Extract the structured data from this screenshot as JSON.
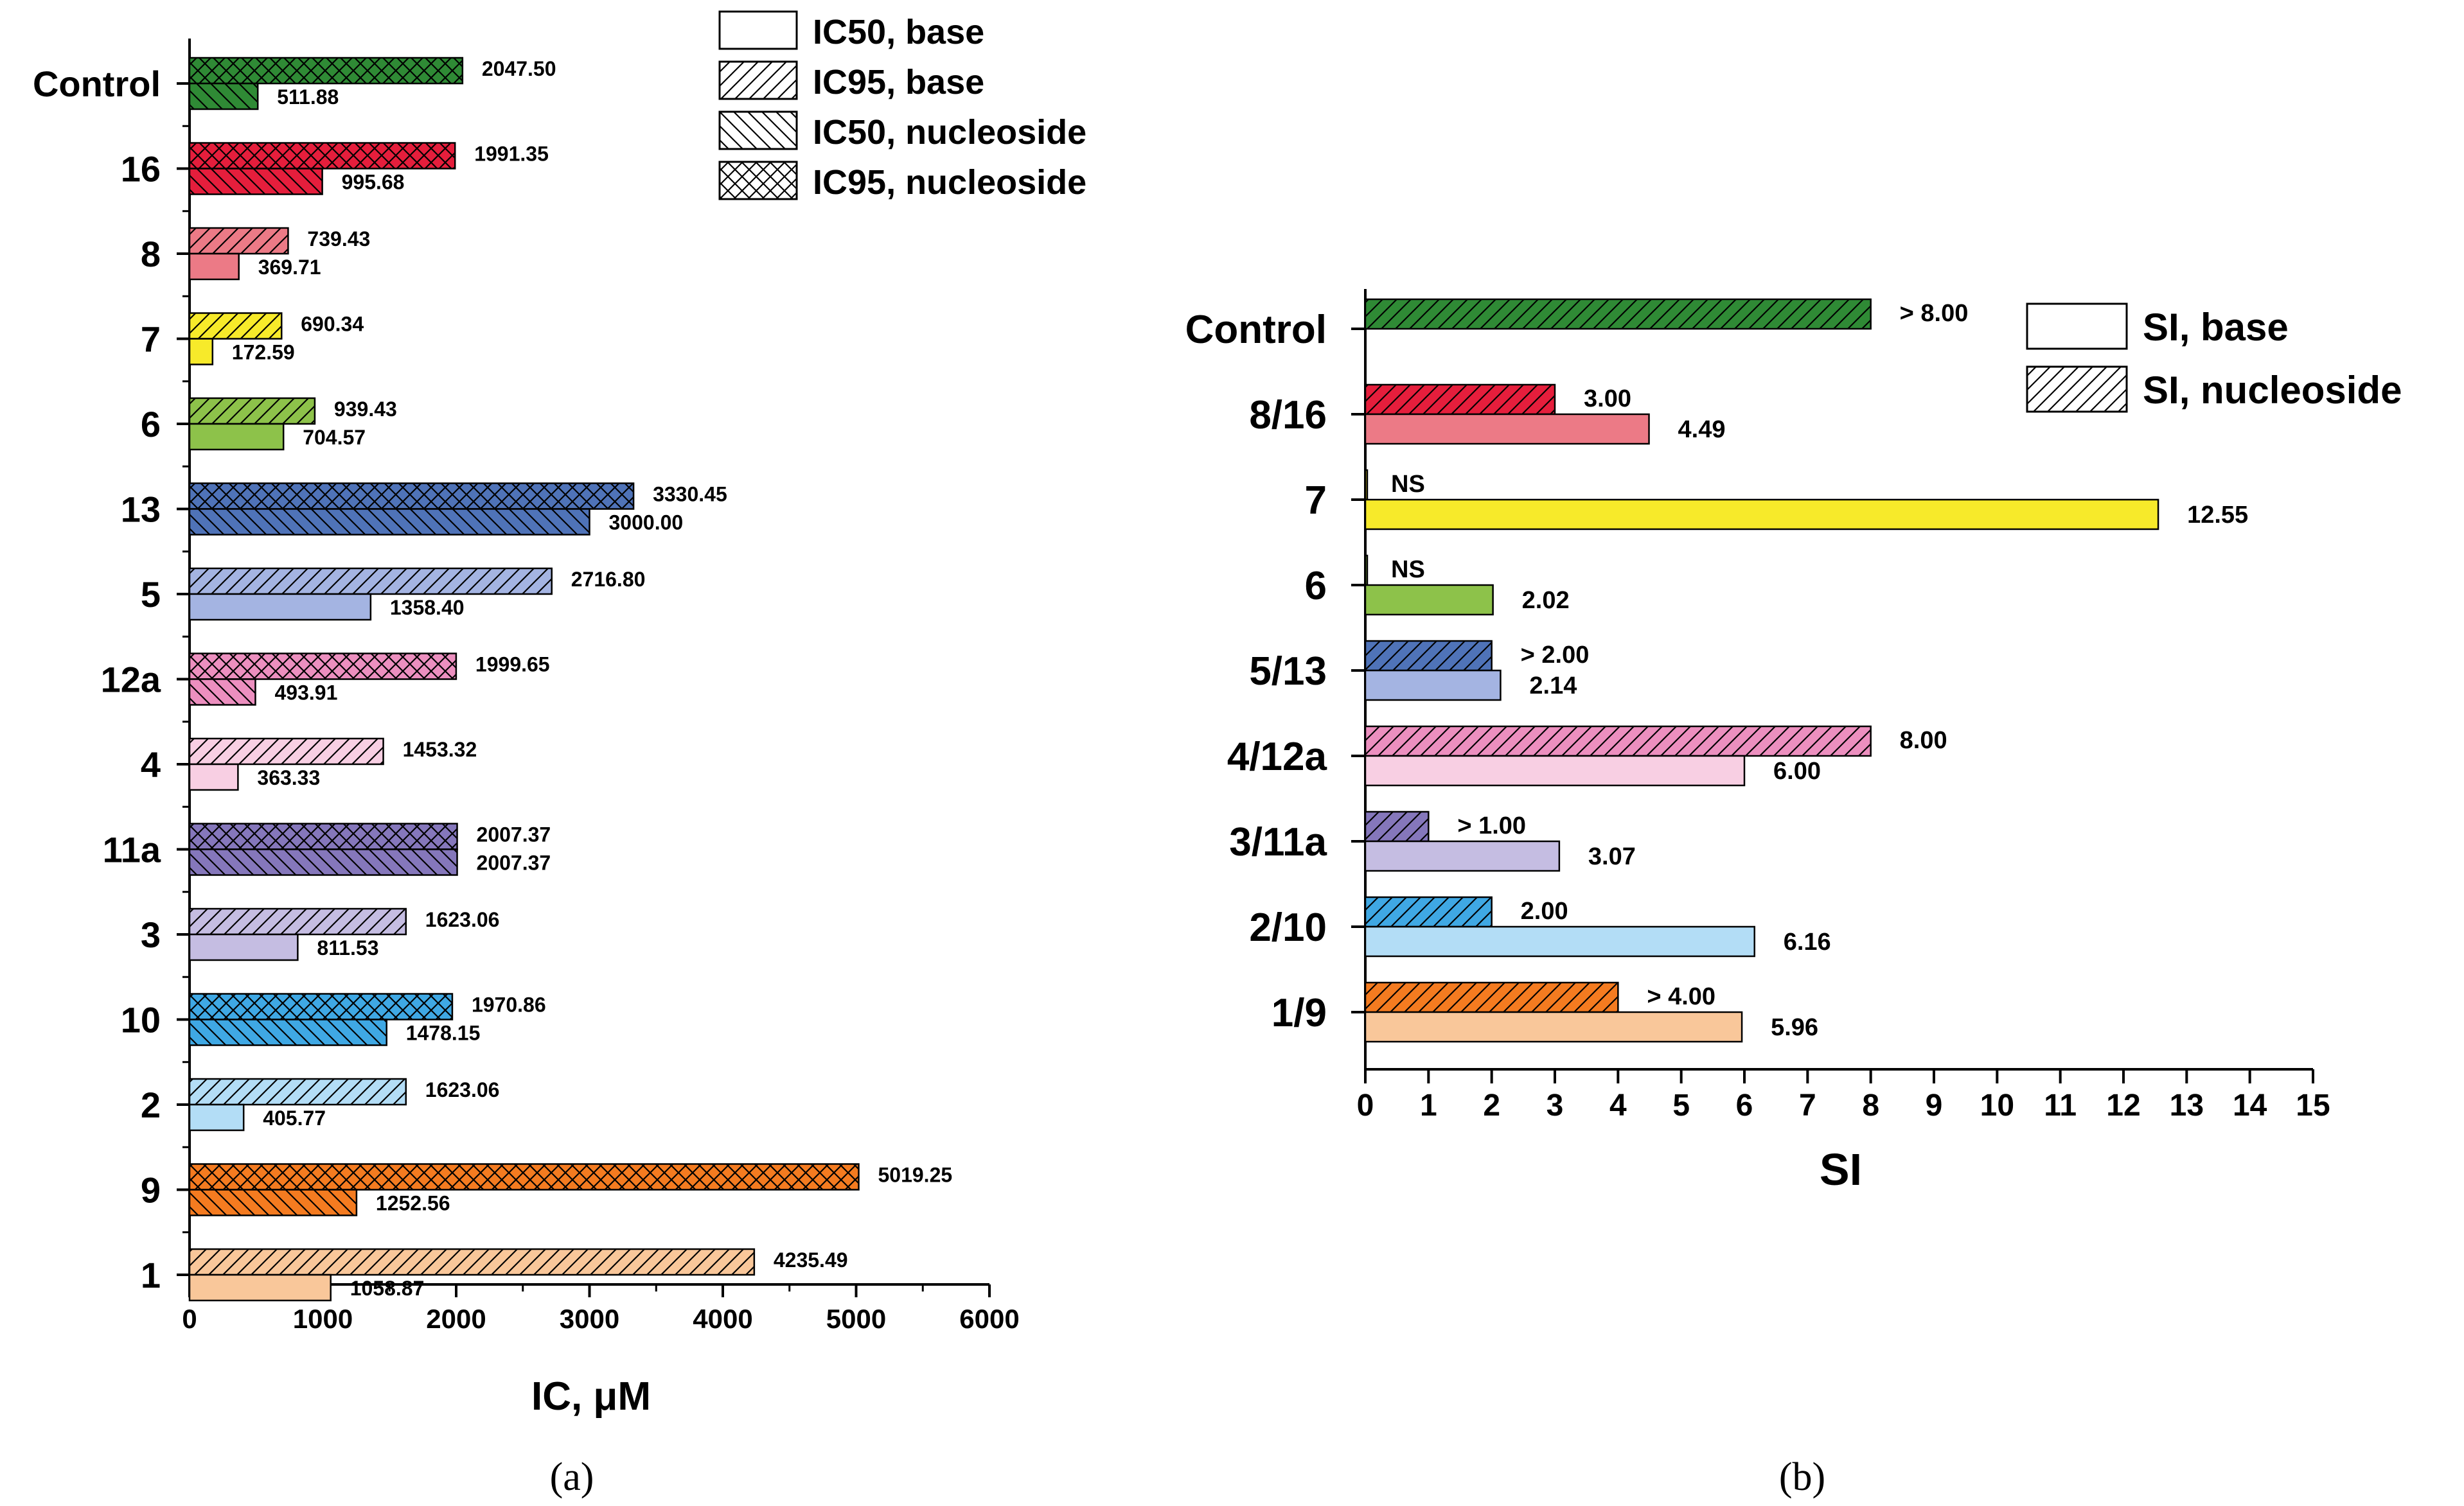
{
  "panel_labels": [
    "(a)",
    "(b)"
  ],
  "patterns": {
    "base": "none",
    "ic95_base": "forward-hatch",
    "ic50_nucleoside": "back-hatch",
    "ic95_nucleoside": "cross-hatch",
    "si_nucleoside": "forward-hatch"
  },
  "chart_data": [
    {
      "type": "bar",
      "orientation": "horizontal",
      "xlabel": "IC, μM",
      "xlim": [
        0,
        6000
      ],
      "xticks": [
        0,
        1000,
        2000,
        3000,
        4000,
        5000,
        6000
      ],
      "legend": [
        "IC50, base",
        "IC95, base",
        "IC50, nucleoside",
        "IC95, nucleoside"
      ],
      "legend_position": "top-right",
      "categories": [
        "Control",
        "16",
        "8",
        "7",
        "6",
        "13",
        "5",
        "12a",
        "4",
        "11a",
        "3",
        "10",
        "2",
        "9",
        "1"
      ],
      "rows": [
        {
          "label": "Control",
          "top": 2047.5,
          "top_text": "2047.50",
          "bottom": 511.88,
          "bottom_text": "511.88",
          "color": "#2f8a35",
          "top_pattern": "cross-hatch",
          "bottom_pattern": "back-hatch"
        },
        {
          "label": "16",
          "top": 1991.35,
          "top_text": "1991.35",
          "bottom": 995.68,
          "bottom_text": "995.68",
          "color": "#e51e3c",
          "top_pattern": "cross-hatch",
          "bottom_pattern": "back-hatch"
        },
        {
          "label": "8",
          "top": 739.43,
          "top_text": "739.43",
          "bottom": 369.71,
          "bottom_text": "369.71",
          "color": "#ec7a86",
          "top_pattern": "forward-hatch",
          "bottom_pattern": "none"
        },
        {
          "label": "7",
          "top": 690.34,
          "top_text": "690.34",
          "bottom": 172.59,
          "bottom_text": "172.59",
          "color": "#f7ea2a",
          "top_pattern": "forward-hatch",
          "bottom_pattern": "none"
        },
        {
          "label": "6",
          "top": 939.43,
          "top_text": "939.43",
          "bottom": 704.57,
          "bottom_text": "704.57",
          "color": "#8dc24a",
          "top_pattern": "forward-hatch",
          "bottom_pattern": "none"
        },
        {
          "label": "13",
          "top": 3330.45,
          "top_text": "3330.45",
          "bottom": 3000.0,
          "bottom_text": "3000.00",
          "color": "#4f73b8",
          "top_pattern": "cross-hatch",
          "bottom_pattern": "back-hatch"
        },
        {
          "label": "5",
          "top": 2716.8,
          "top_text": "2716.80",
          "bottom": 1358.4,
          "bottom_text": "1358.40",
          "color": "#a4b4e2",
          "top_pattern": "forward-hatch",
          "bottom_pattern": "none"
        },
        {
          "label": "12a",
          "top": 1999.65,
          "top_text": "1999.65",
          "bottom": 493.91,
          "bottom_text": "493.91",
          "color": "#ec8fbf",
          "top_pattern": "cross-hatch",
          "bottom_pattern": "back-hatch"
        },
        {
          "label": "4",
          "top": 1453.32,
          "top_text": "1453.32",
          "bottom": 363.33,
          "bottom_text": "363.33",
          "color": "#f8cfe3",
          "top_pattern": "forward-hatch",
          "bottom_pattern": "none"
        },
        {
          "label": "11a",
          "top": 2007.37,
          "top_text": "2007.37",
          "bottom": 2007.37,
          "bottom_text": "2007.37",
          "color": "#8577bb",
          "top_pattern": "cross-hatch",
          "bottom_pattern": "back-hatch"
        },
        {
          "label": "3",
          "top": 1623.06,
          "top_text": "1623.06",
          "bottom": 811.53,
          "bottom_text": "811.53",
          "color": "#c5bde2",
          "top_pattern": "forward-hatch",
          "bottom_pattern": "none"
        },
        {
          "label": "10",
          "top": 1970.86,
          "top_text": "1970.86",
          "bottom": 1478.15,
          "bottom_text": "1478.15",
          "color": "#3fa8e4",
          "top_pattern": "cross-hatch",
          "bottom_pattern": "back-hatch"
        },
        {
          "label": "2",
          "top": 1623.06,
          "top_text": "1623.06",
          "bottom": 405.77,
          "bottom_text": "405.77",
          "color": "#b3ddf6",
          "top_pattern": "forward-hatch",
          "bottom_pattern": "none"
        },
        {
          "label": "9",
          "top": 5019.25,
          "top_text": "5019.25",
          "bottom": 1252.56,
          "bottom_text": "1252.56",
          "color": "#f47b20",
          "top_pattern": "cross-hatch",
          "bottom_pattern": "back-hatch"
        },
        {
          "label": "1",
          "top": 4235.49,
          "top_text": "4235.49",
          "bottom": 1058.87,
          "bottom_text": "1058.87",
          "color": "#f9c79a",
          "top_pattern": "forward-hatch",
          "bottom_pattern": "none"
        }
      ]
    },
    {
      "type": "bar",
      "orientation": "horizontal",
      "xlabel": "SI",
      "xlim": [
        0,
        15
      ],
      "xticks": [
        0,
        1,
        2,
        3,
        4,
        5,
        6,
        7,
        8,
        9,
        10,
        11,
        12,
        13,
        14,
        15
      ],
      "legend": [
        "SI, base",
        "SI, nucleoside"
      ],
      "legend_position": "top-right",
      "categories": [
        "Control",
        "8/16",
        "7",
        "6",
        "5/13",
        "4/12a",
        "3/11a",
        "2/10",
        "1/9"
      ],
      "rows": [
        {
          "label": "Control",
          "top": 8.0,
          "top_text": "> 8.00",
          "bottom": null,
          "bottom_text": "",
          "color": "#2f8a35"
        },
        {
          "label": "8/16",
          "top": 3.0,
          "top_text": "3.00",
          "bottom": 4.49,
          "bottom_text": "4.49",
          "color": "#e51e3c",
          "bottom_color": "#ec7a86"
        },
        {
          "label": "7",
          "top": 0,
          "top_text": "NS",
          "bottom": 12.55,
          "bottom_text": "12.55",
          "color": "#f7ea2a",
          "bottom_color": "#f7ea2a"
        },
        {
          "label": "6",
          "top": 0,
          "top_text": "NS",
          "bottom": 2.02,
          "bottom_text": "2.02",
          "color": "#8dc24a",
          "bottom_color": "#8dc24a"
        },
        {
          "label": "5/13",
          "top": 2.0,
          "top_text": "> 2.00",
          "bottom": 2.14,
          "bottom_text": "2.14",
          "color": "#4f73b8",
          "bottom_color": "#a4b4e2"
        },
        {
          "label": "4/12a",
          "top": 8.0,
          "top_text": "8.00",
          "bottom": 6.0,
          "bottom_text": "6.00",
          "color": "#ec8fbf",
          "bottom_color": "#f8cfe3"
        },
        {
          "label": "3/11a",
          "top": 1.0,
          "top_text": "> 1.00",
          "bottom": 3.07,
          "bottom_text": "3.07",
          "color": "#8577bb",
          "bottom_color": "#c5bde2"
        },
        {
          "label": "2/10",
          "top": 2.0,
          "top_text": "2.00",
          "bottom": 6.16,
          "bottom_text": "6.16",
          "color": "#3fa8e4",
          "bottom_color": "#b3ddf6"
        },
        {
          "label": "1/9",
          "top": 4.0,
          "top_text": "> 4.00",
          "bottom": 5.96,
          "bottom_text": "5.96",
          "color": "#f47b20",
          "bottom_color": "#f9c79a"
        }
      ]
    }
  ]
}
